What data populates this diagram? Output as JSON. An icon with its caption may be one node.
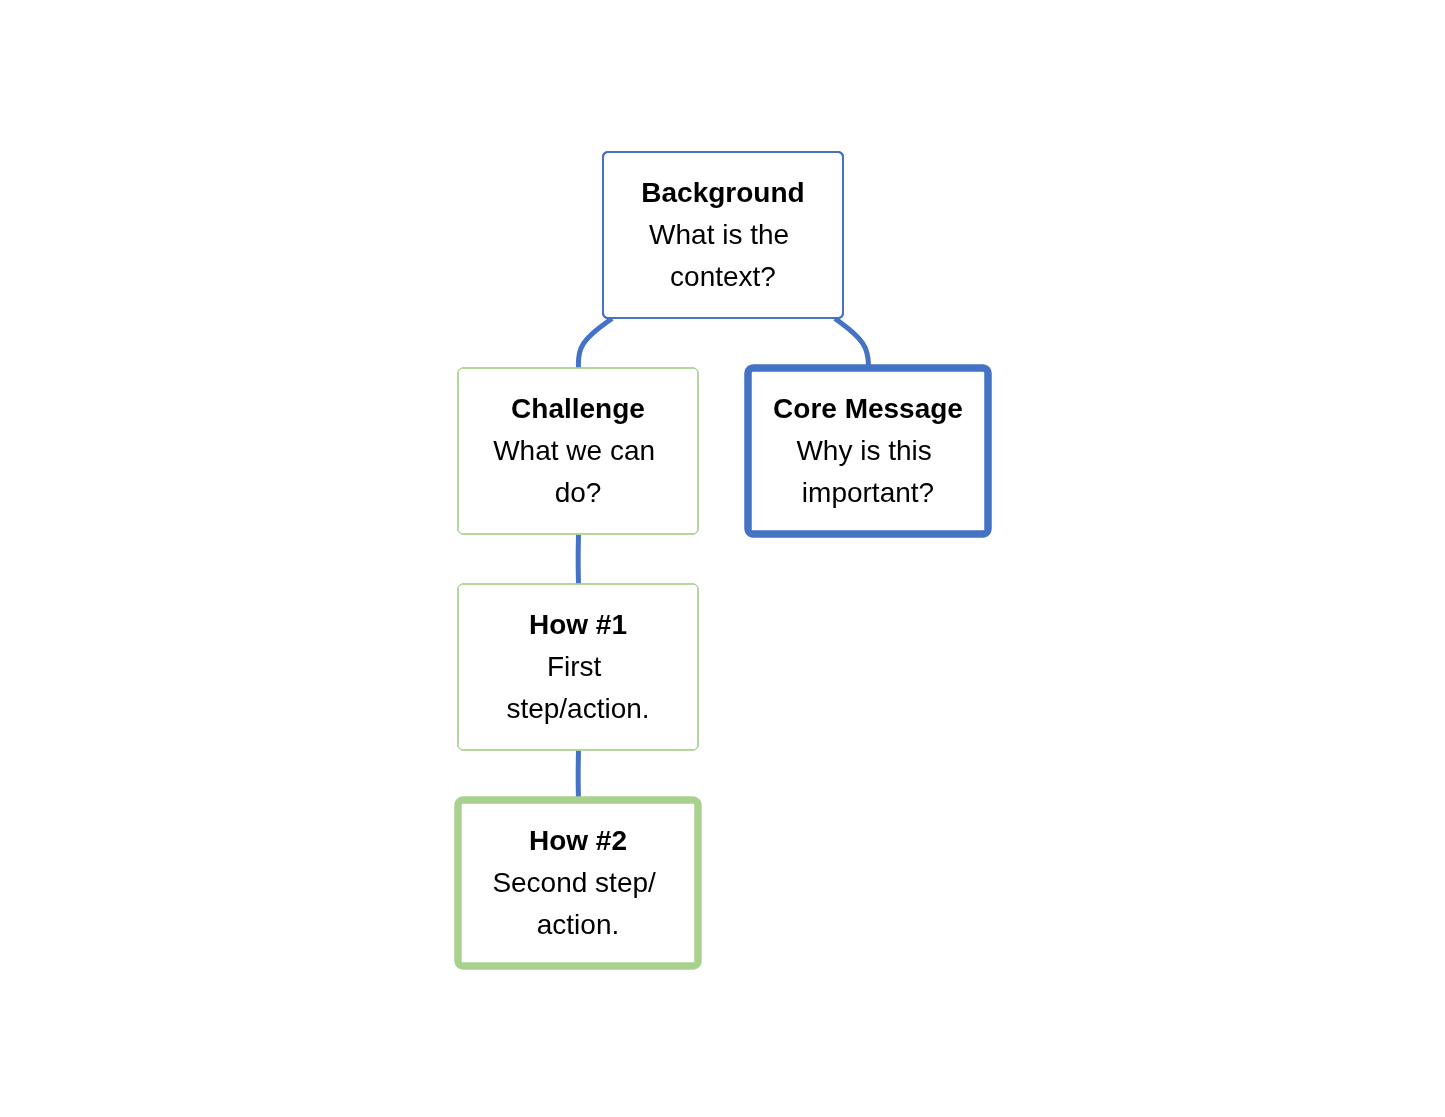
{
  "diagram": {
    "nodes": [
      {
        "text": [
          "Background",
          "What is the context?"
        ]
      },
      {
        "text": [
          "Challenge",
          "What we can do?"
        ]
      },
      {
        "text": [
          "Core Message",
          "Why is this important?"
        ]
      },
      {
        "text": [
          "How #1",
          "First step/action."
        ]
      },
      {
        "text": [
          "How #2",
          "Second step/ action."
        ]
      }
    ],
    "edges": [
      {
        "from": 0,
        "to": 1,
        "arrow": "none"
      },
      {
        "from": 0,
        "to": 2,
        "arrow": "none"
      },
      {
        "from": 1,
        "to": 3,
        "arrow": "none"
      },
      {
        "from": 3,
        "to": 4,
        "arrow": "none"
      }
    ]
  }
}
